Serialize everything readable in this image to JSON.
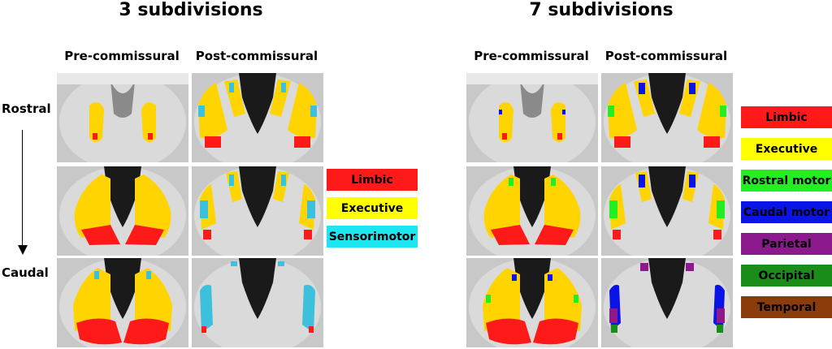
{
  "titles": {
    "left": "3 subdivisions",
    "right": "7 subdivisions"
  },
  "columns": {
    "pre": "Pre-commissural",
    "post": "Post-commissural"
  },
  "rows": {
    "top": "Rostral",
    "bottom": "Caudal"
  },
  "legend3": [
    {
      "label": "Limbic",
      "color": "#ff1a1a"
    },
    {
      "label": "Executive",
      "color": "#ffff00"
    },
    {
      "label": "Sensorimotor",
      "color": "#1ee6f0"
    }
  ],
  "legend7": [
    {
      "label": "Limbic",
      "color": "#ff1a1a"
    },
    {
      "label": "Executive",
      "color": "#ffff00"
    },
    {
      "label": "Rostral motor",
      "color": "#22ee22"
    },
    {
      "label": "Caudal motor",
      "color": "#0a14e6"
    },
    {
      "label": "Parietal",
      "color": "#8c1a8c"
    },
    {
      "label": "Occipital",
      "color": "#1a8c1a"
    },
    {
      "label": "Temporal",
      "color": "#8c3c0a"
    }
  ],
  "colors": {
    "limbic": "#ff1a1a",
    "executive": "#ffd400",
    "sensorimotor": "#3cc0dc",
    "rostral_motor": "#22ee22",
    "caudal_motor": "#0a14e6",
    "parietal": "#8c1a8c",
    "occipital": "#1a8c1a",
    "temporal": "#8c3c0a"
  }
}
